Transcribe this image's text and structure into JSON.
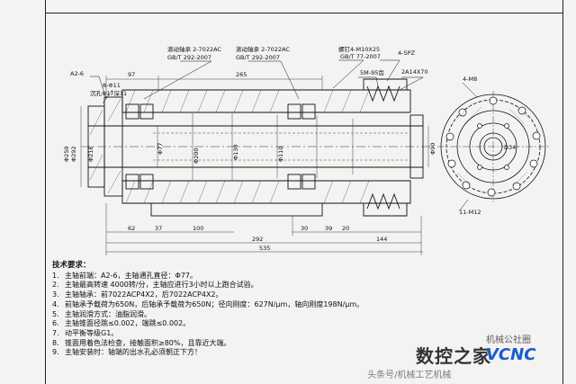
{
  "drawing": {
    "labels": {
      "a2": "A2-6",
      "bolt_8": "8-Φ11",
      "counterbore": "沉孔Φ17深11",
      "bearing_front_1": "滚动轴承 2-7022AC",
      "bearing_front_1_std": "GB/T 292-2007",
      "bearing_front_2": "滚动轴承 2-7022AC",
      "bearing_front_2_std": "GB/T 292-2007",
      "screw": "螺钉4-M10X25",
      "screw_std": "GB/T 77-2007",
      "spz": "4-SPZ",
      "nut": "5M-95齿",
      "gear": "2A14X70",
      "m8": "4-M8",
      "m12": "11-M12",
      "d34": "D34"
    },
    "dims": {
      "d97": "97",
      "d265": "265",
      "d62": "62",
      "d37": "37",
      "d100": "100",
      "d292": "292",
      "d30": "30",
      "d39": "39",
      "d20": "20",
      "d144": "144",
      "d535": "535",
      "d_phi250": "Φ250",
      "d_phi292": "Φ292",
      "d_phi216": "Φ216",
      "d_phi77": "Φ77",
      "d_phi130": "Φ130",
      "d_phi200": "Φ200",
      "d_phi110": "Φ110",
      "d_phi90": "Φ90"
    }
  },
  "notes": {
    "title": "技术要求：",
    "lines": [
      "主轴前端：A2-6，主轴通孔直径：Φ77。",
      "主轴最高转速 4000转/分，主轴应进行3小时以上跑合试验。",
      "主轴轴承：前7022ACP4X2，后7022ACP4X2。",
      "前轴承予载荷为650N，后轴承予载荷为650N；径向刚度：627N/μm，轴向刚度198N/μm。",
      "主轴润滑方式：油脂润滑。",
      "主轴锥面径跳≤0.002，端跳≤0.002。",
      "动平衡等级G1。",
      "锥面用着色法检查，接触面积≥80%，且靠近大端。",
      "主轴安装时：轴端的出水孔必须朝正下方！"
    ]
  },
  "watermark": {
    "cn": "数控之家",
    "en": "VCNC",
    "source": "头条号/机械工艺机械",
    "account": "机械公社圈"
  }
}
